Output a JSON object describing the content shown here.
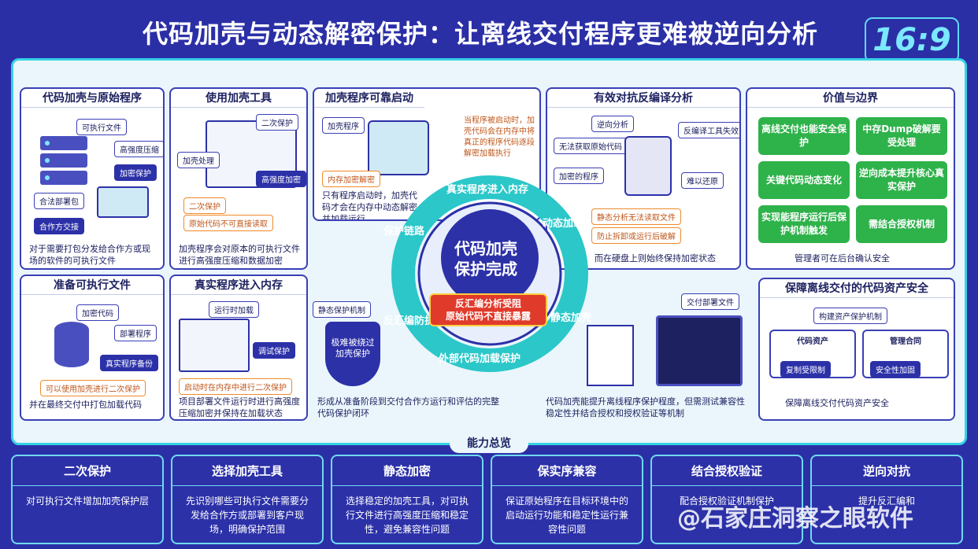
{
  "title": "代码加壳与动态解密保护：让离线交付程序更难被逆向分析",
  "ratio": "16:9",
  "panels": {
    "p1": {
      "title": "代码加壳与原始程序",
      "labels": [
        "可执行文件",
        "高强度压缩",
        "加密保护",
        "合法部署包",
        "合作方交接"
      ],
      "caption": "对于需要打包分发给合作方或现场的软件的可执行文件"
    },
    "p2": {
      "title": "使用加壳工具",
      "labels": [
        "二次保护",
        "加壳处理",
        "高强度加密",
        "二次保护",
        "原始代码不可直接读取"
      ],
      "caption": "加壳程序会对原本的可执行文件进行高强度压缩和数据加密"
    },
    "p3": {
      "title": "加壳程序可靠启动",
      "labels": [
        "加壳程序",
        "内存加密解密"
      ],
      "note": "当程序被启动时，加壳代码会在内存中将真正的程序代码逐段解密加载执行",
      "caption": "只有程序启动时，加壳代码才会在内存中动态解密并加载运行"
    },
    "p4": {
      "title": "有效对抗反编译分析",
      "labels": [
        "逆向分析",
        "无法获取原始代码",
        "反编译工具失效",
        "加密的程序",
        "难以还原",
        "静态分析无法读取文件",
        "防止拆卸或运行后破解"
      ],
      "caption": "而在硬盘上则始终保持加密状态"
    },
    "p5": {
      "title": "价值与边界",
      "items": [
        "离线交付也能安全保护",
        "中存Dump破解要受处理",
        "关键代码动态变化",
        "逆向成本提升核心真实保护",
        "实现能程序运行后保护机制触发",
        "需结合授权机制"
      ],
      "caption": "管理者可在后台确认安全"
    },
    "p6": {
      "title": "准备可执行文件",
      "labels": [
        "加密代码",
        "部署程序",
        "真实程序备份",
        "可以使用加壳进行二次保护"
      ],
      "caption": "并在最终交付中打包加载代码"
    },
    "p7": {
      "title": "真实程序进入内存",
      "labels": [
        "运行时加载",
        "调试保护",
        "启动时在内存中进行二次保护"
      ],
      "caption": "项目部署文件运行时进行高强度压缩加密并保持在加载状态"
    },
    "p8": {
      "labels": [
        "静态保护机制",
        "极难被绕过",
        "加壳保护"
      ],
      "caption": "形成从准备阶段到交付合作方运行和评估的完整代码保护闭环"
    },
    "p9": {
      "labels": [
        "交付部署文件"
      ],
      "caption": "代码加壳能提升离线程序保护程度，但需测试兼容性稳定性并结合授权和授权验证等机制"
    },
    "p10": {
      "title": "保障离线交付的代码资产安全",
      "labels": [
        "构建资产保护机制",
        "代码资产",
        "管理合同",
        "复制受限制",
        "安全性加固"
      ],
      "caption": "保障离线交付代码资产安全"
    }
  },
  "center": {
    "line1": "代码加壳",
    "line2": "保护完成",
    "warning1": "反汇编分析受阻",
    "warning2": "原始代码不直接暴露",
    "ring": [
      "真实程序进入内存",
      "动态加载",
      "静态加壳",
      "外部代码加载保护",
      "反汇编防护",
      "保护链路"
    ]
  },
  "summary_title": "能力总览",
  "bottom": [
    {
      "title": "二次保护",
      "desc": "对可执行文件增加加壳保护层"
    },
    {
      "title": "选择加壳工具",
      "desc": "先识别哪些可执行文件需要分发给合作方或部署到客户现场，明确保护范围"
    },
    {
      "title": "静态加密",
      "desc": "选择稳定的加壳工具，对可执行文件进行高强度压缩和稳定性，避免兼容性问题"
    },
    {
      "title": "保实序兼容",
      "desc": "保证原始程序在目标环境中的启动运行功能和稳定性运行兼容性问题"
    },
    {
      "title": "结合授权验证",
      "desc": "配合授权验证机制保护"
    },
    {
      "title": "逆向对抗",
      "desc": "提升反汇编和"
    }
  ],
  "watermark": "@石家庄洞察之眼软件",
  "colors": {
    "accent": "#35d3e4",
    "brand": "#2b2fa6",
    "green": "#2eb24a",
    "warning": "#e03a2a",
    "orange": "#f08a2a"
  }
}
